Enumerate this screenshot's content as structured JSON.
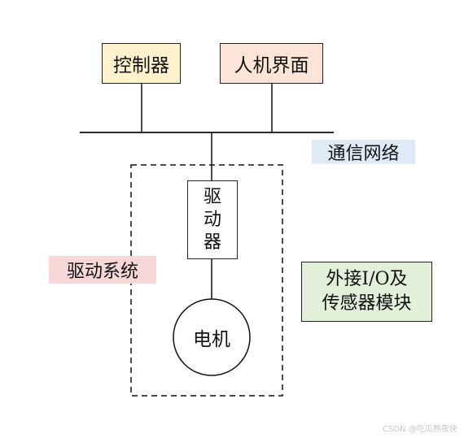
{
  "nodes": {
    "controller": "控制器",
    "hmi": "人机界面",
    "network": "通信网络",
    "drive": "驱\n动\n器",
    "drive_system": "驱动系统",
    "motor": "电机",
    "io_module_line1": "外接I/O及",
    "io_module_line2": "传感器模块"
  },
  "colors": {
    "controller_fill": "#fff2cc",
    "hmi_fill": "#fce4d6",
    "network_fill": "#deebf7",
    "drive_system_fill": "#f8d7d7",
    "io_fill": "#e2efd9"
  },
  "watermark": "CSDN @吃瓜熬夜侠"
}
